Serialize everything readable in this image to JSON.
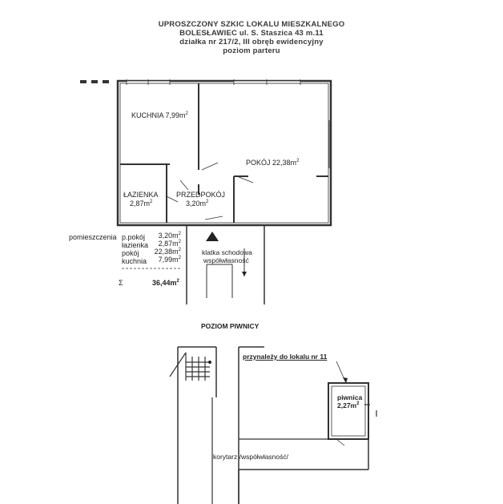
{
  "header": {
    "line1": "UPROSZCZONY SZKIC LOKALU MIESZKALNEGO",
    "line2": "BOLESŁAWIEC ul. S. Staszica 43 m.11",
    "line3": "działka nr 217/2, III obręb ewidencyjny",
    "line4": "poziom parteru"
  },
  "ground_floor": {
    "kitchen": {
      "name": "KUCHNIA",
      "area": "7,99m",
      "sup": "2"
    },
    "room": {
      "name": "POKÓJ",
      "area": "22,38m",
      "sup": "2"
    },
    "bathroom": {
      "name": "ŁAZIENKA",
      "area": "2,87m",
      "sup": "2"
    },
    "hall": {
      "name": "PRZEDPOKÓJ",
      "area": "3,20m",
      "sup": "2"
    },
    "staircase": {
      "line1": "klatka schodowa",
      "line2": "współwłasność"
    }
  },
  "legend": {
    "title": "pomieszczenia",
    "items": [
      {
        "name": "p.pokój",
        "area": "3,20m",
        "sup": "2"
      },
      {
        "name": "łazienka",
        "area": "2,87m",
        "sup": "2"
      },
      {
        "name": "pokój",
        "area": "22,38m",
        "sup": "2"
      },
      {
        "name": "kuchnia",
        "area": "7,99m",
        "sup": "2"
      }
    ],
    "sigma": "Σ",
    "total": "36,44m",
    "total_sup": "2"
  },
  "basement": {
    "title": "POZIOM PIWNICY",
    "belongs": "przynależy do lokalu nr 11",
    "cellar": {
      "name": "piwnica",
      "area": "2,27m",
      "sup": "2"
    },
    "corridor": "korytarz /współwłasność/"
  }
}
